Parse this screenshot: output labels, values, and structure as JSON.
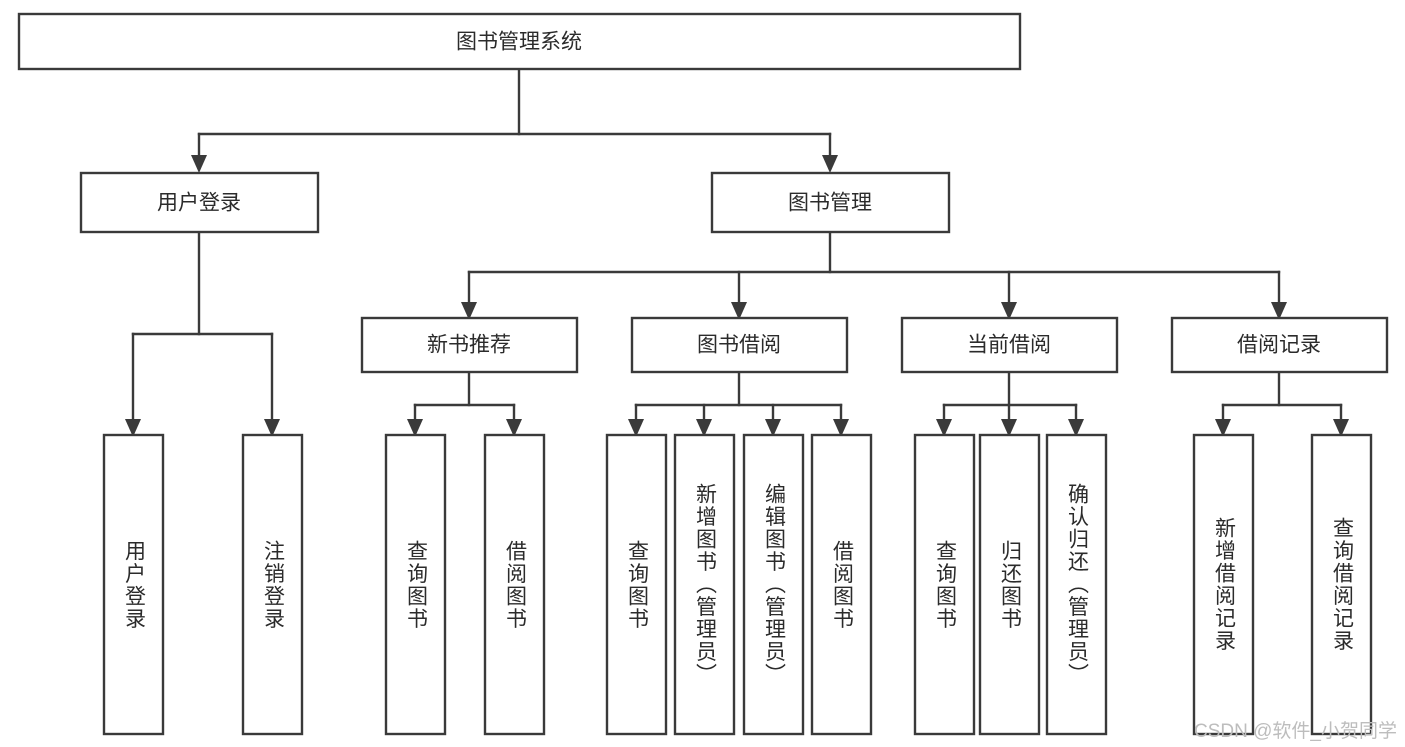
{
  "diagram": {
    "type": "tree-hierarchy-chart",
    "title": "图书管理系统",
    "watermark": "CSDN @软件_小贺同学",
    "colors": {
      "stroke": "#3a3a3a",
      "fill": "#ffffff",
      "text": "#2b2b2b",
      "watermark": "#bdbdbd"
    },
    "root": {
      "label": "图书管理系统",
      "orientation": "horizontal"
    },
    "level2": [
      {
        "label": "用户登录",
        "orientation": "horizontal"
      },
      {
        "label": "图书管理",
        "orientation": "horizontal"
      }
    ],
    "level3": [
      {
        "label": "新书推荐",
        "orientation": "horizontal"
      },
      {
        "label": "图书借阅",
        "orientation": "horizontal"
      },
      {
        "label": "当前借阅",
        "orientation": "horizontal"
      },
      {
        "label": "借阅记录",
        "orientation": "horizontal"
      }
    ],
    "leaves": {
      "user_login": [
        {
          "label": "用户登录",
          "orientation": "vertical"
        },
        {
          "label": "注销登录",
          "orientation": "vertical"
        }
      ],
      "new_book_recommend": [
        {
          "label": "查询图书",
          "orientation": "vertical"
        },
        {
          "label": "借阅图书",
          "orientation": "vertical"
        }
      ],
      "book_borrow": [
        {
          "label": "查询图书",
          "orientation": "vertical"
        },
        {
          "label": "新增图书（管理员）",
          "orientation": "vertical"
        },
        {
          "label": "编辑图书（管理员）",
          "orientation": "vertical"
        },
        {
          "label": "借阅图书",
          "orientation": "vertical"
        }
      ],
      "current_borrow": [
        {
          "label": "查询图书",
          "orientation": "vertical"
        },
        {
          "label": "归还图书",
          "orientation": "vertical"
        },
        {
          "label": "确认归还（管理员）",
          "orientation": "vertical"
        }
      ],
      "borrow_record": [
        {
          "label": "新增借阅记录",
          "orientation": "vertical"
        },
        {
          "label": "查询借阅记录",
          "orientation": "vertical"
        }
      ]
    }
  }
}
